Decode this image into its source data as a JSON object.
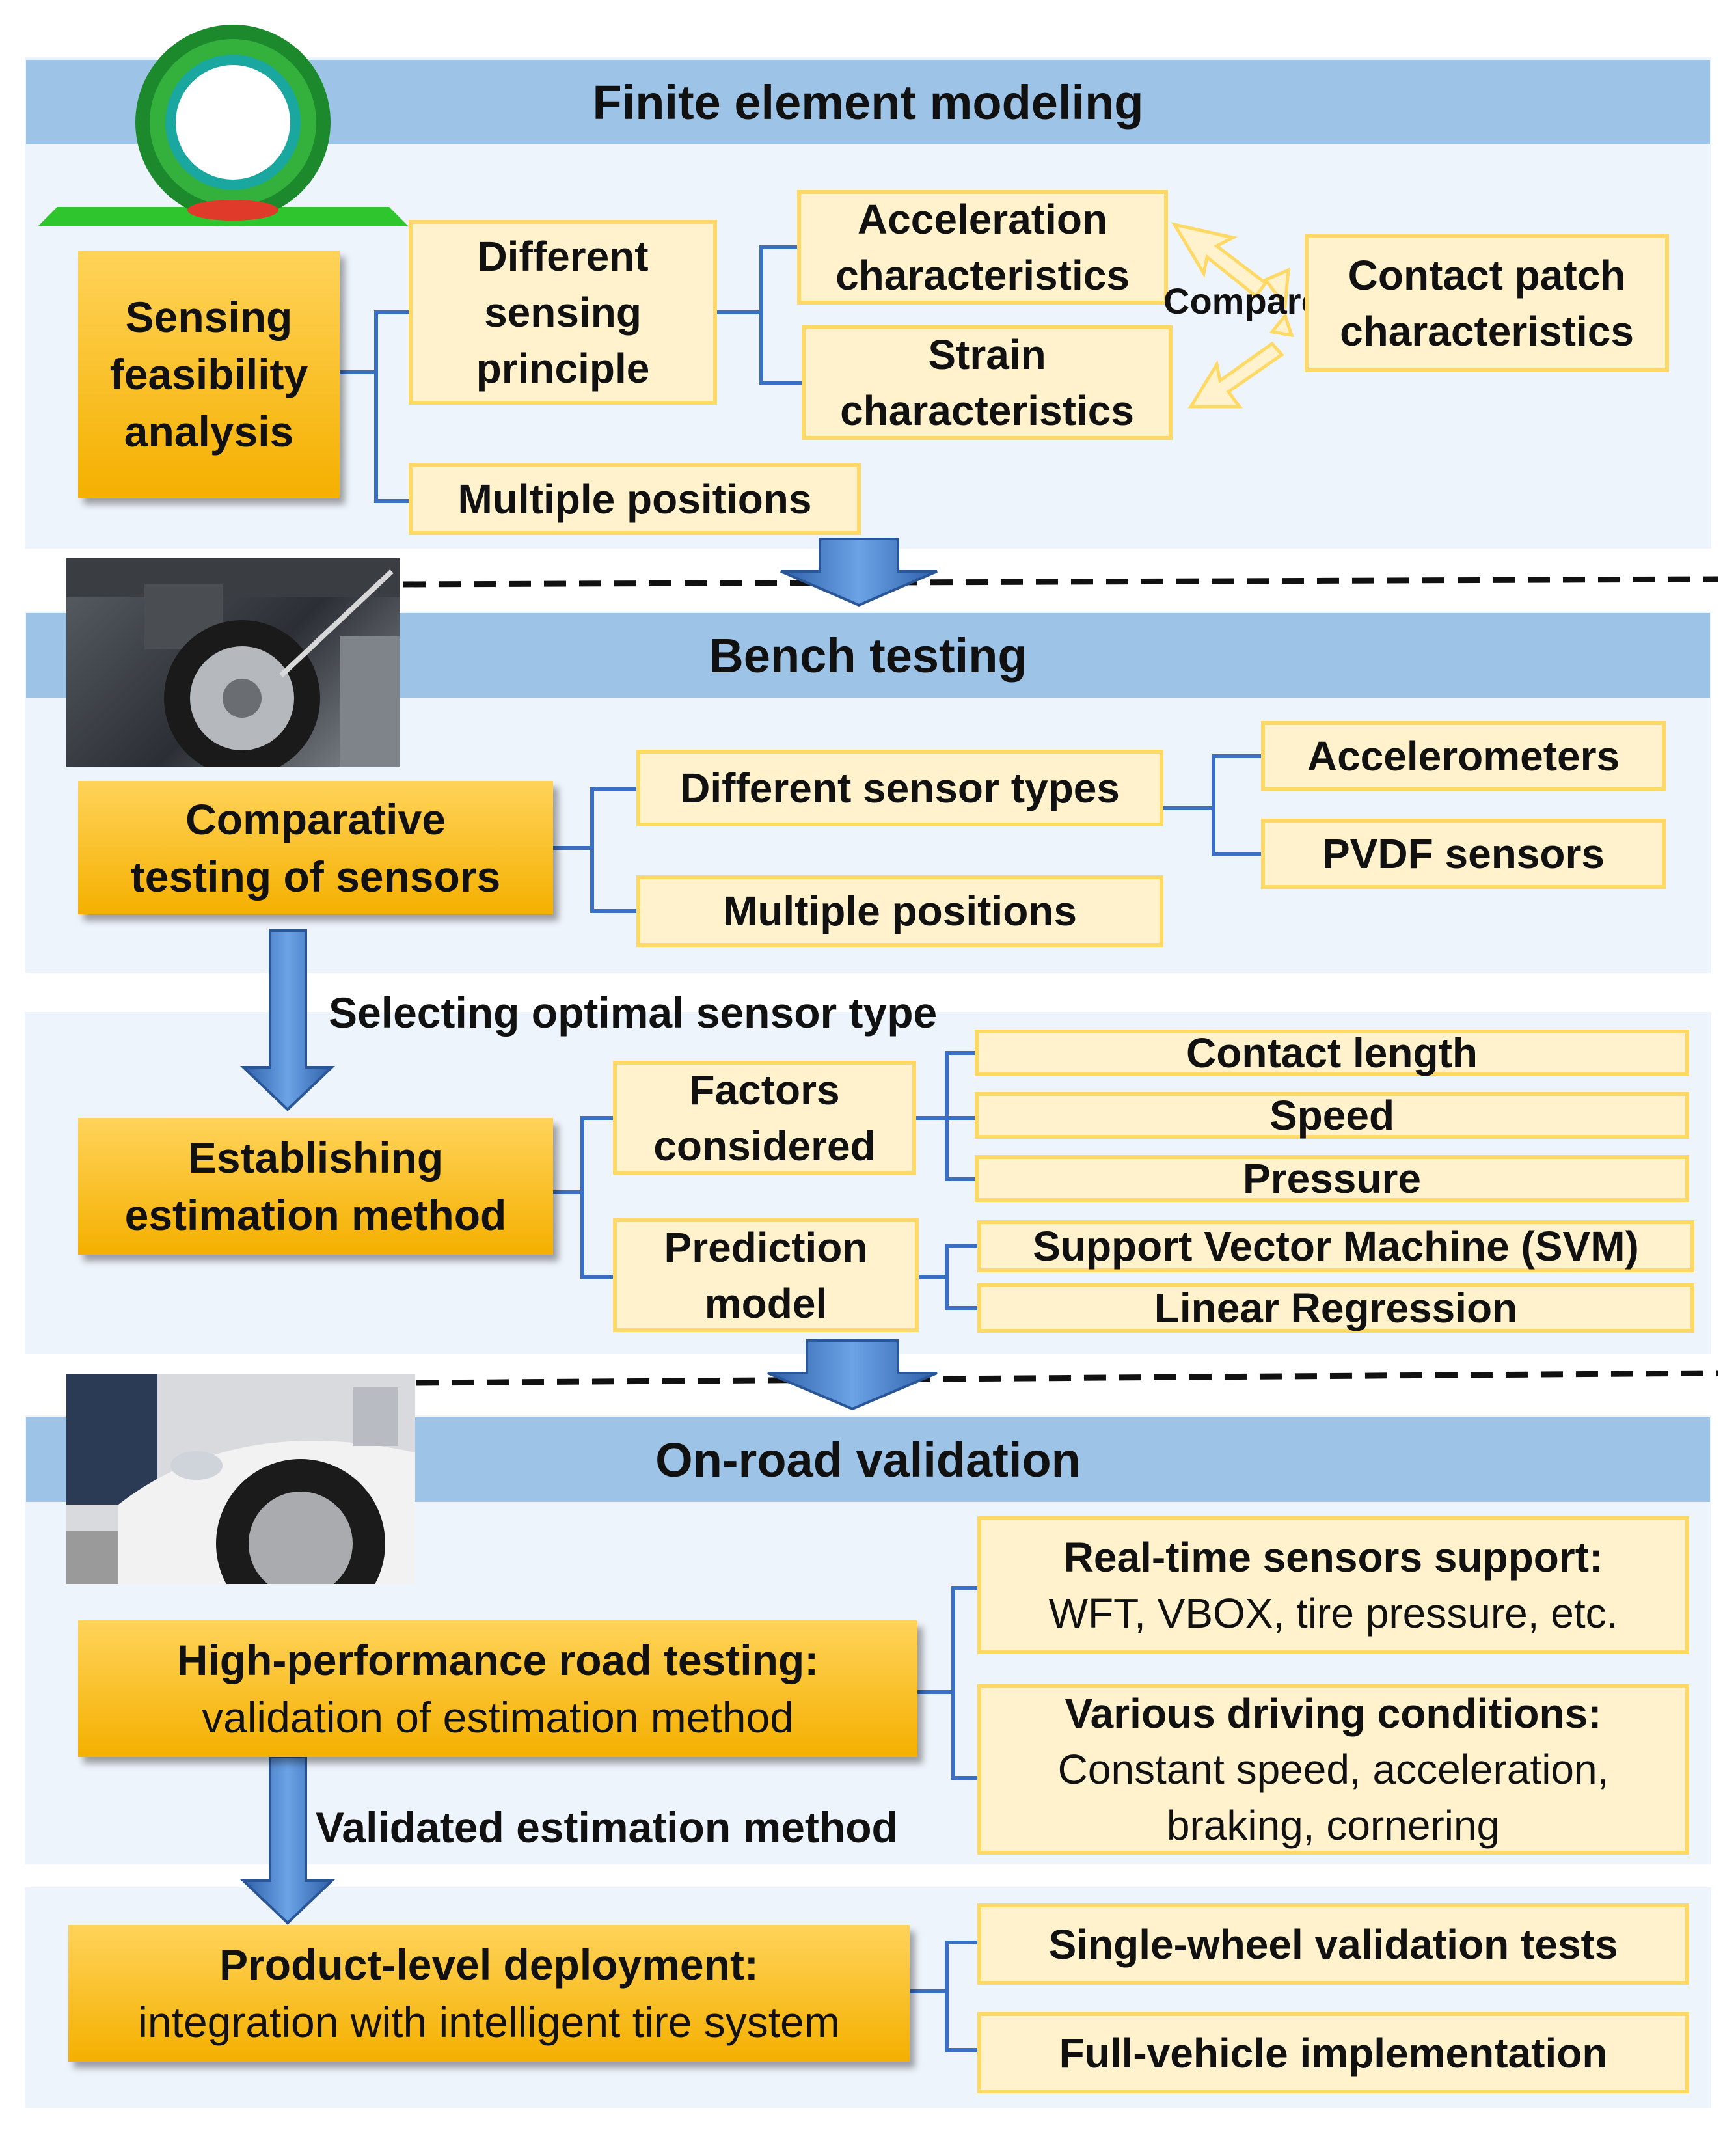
{
  "sections": {
    "fem": {
      "title": "Finite element modeling"
    },
    "bench": {
      "title": "Bench testing"
    },
    "road": {
      "title": "On-road validation"
    }
  },
  "fem": {
    "main": [
      "Sensing",
      "feasibility",
      "analysis"
    ],
    "principle": [
      "Different",
      "sensing",
      "principle"
    ],
    "accel": [
      "Acceleration",
      "characteristics"
    ],
    "strain": [
      "Strain",
      "characteristics"
    ],
    "compare": "Compare",
    "contact": [
      "Contact patch",
      "characteristics"
    ],
    "positions": "Multiple positions"
  },
  "bench": {
    "main": [
      "Comparative",
      "testing of sensors"
    ],
    "types": "Different sensor types",
    "accelerometers": "Accelerometers",
    "pvdf": "PVDF sensors",
    "positions": "Multiple positions"
  },
  "estimation": {
    "arrow_label": "Selecting optimal sensor type",
    "main": [
      "Establishing",
      "estimation method"
    ],
    "factors": [
      "Factors",
      "considered"
    ],
    "contact_length": "Contact length",
    "speed": "Speed",
    "pressure": "Pressure",
    "prediction": [
      "Prediction",
      "model"
    ],
    "svm": "Support Vector Machine (SVM)",
    "linear": "Linear Regression"
  },
  "road": {
    "main_title": "High-performance road testing:",
    "main_sub": "validation of estimation method",
    "realtime_title": "Real-time sensors support:",
    "realtime_sub": "WFT, VBOX, tire pressure, etc.",
    "driving_title": "Various driving conditions:",
    "driving_sub": [
      "Constant speed, acceleration,",
      "braking, cornering"
    ]
  },
  "deploy": {
    "arrow_label": "Validated estimation method",
    "main_title": "Product-level deployment:",
    "main_sub": "integration with intelligent tire system",
    "single": "Single-wheel validation tests",
    "full": "Full-vehicle implementation"
  },
  "colors": {
    "band": "#9dc3e6",
    "panel": "#eef4fb",
    "gold": "#f5b000",
    "cream": "#fff2cc",
    "cream_border": "#ffd966",
    "connector": "#3a6fc4"
  }
}
